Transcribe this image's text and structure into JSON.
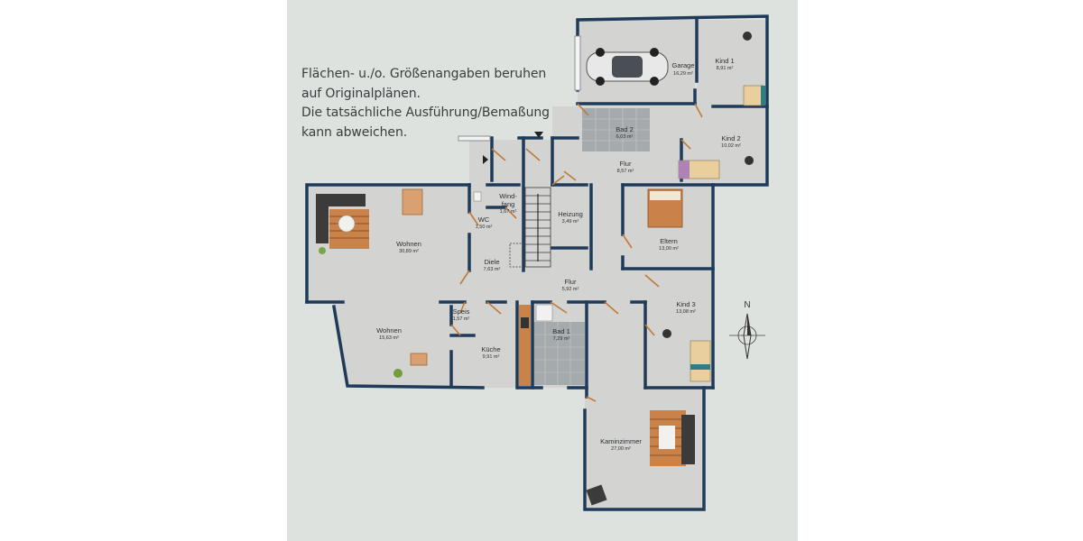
{
  "notice": {
    "lines": [
      "Flächen- u./o. Größenangaben beruhen",
      "auf Originalplänen.",
      "Die tatsächliche Ausführung/Bemaßung",
      "kann abweichen."
    ]
  },
  "compass": {
    "label": "N"
  },
  "rooms": {
    "garage": {
      "name": "Garage",
      "area": "16,29 m²"
    },
    "kind1": {
      "name": "Kind 1",
      "area": "8,91 m²"
    },
    "bad2": {
      "name": "Bad 2",
      "area": "6,03 m²"
    },
    "kind2": {
      "name": "Kind 2",
      "area": "10,02 m²"
    },
    "flur_top": {
      "name": "Flur",
      "area": "8,57 m²"
    },
    "windfang": {
      "name": "Wind-",
      "name2": "fang",
      "area": "1,67 m²"
    },
    "wc": {
      "name": "WC",
      "area": "1,50 m²"
    },
    "heizung": {
      "name": "Heizung",
      "area": "3,49 m²"
    },
    "eltern": {
      "name": "Eltern",
      "area": "13,00 m²"
    },
    "wohnen1": {
      "name": "Wohnen",
      "area": "30,89 m²"
    },
    "diele": {
      "name": "Diele",
      "area": "7,63 m²"
    },
    "flur_mid": {
      "name": "Flur",
      "area": "5,92 m²"
    },
    "kind3": {
      "name": "Kind 3",
      "area": "13,08 m²"
    },
    "speis": {
      "name": "Speis",
      "area": "1,57 m²"
    },
    "wohnen2": {
      "name": "Wohnen",
      "area": "15,63 m²"
    },
    "bad1": {
      "name": "Bad 1",
      "area": "7,29 m²"
    },
    "kueche": {
      "name": "Küche",
      "area": "9,91 m²"
    },
    "kaminzimmer": {
      "name": "Kaminzimmer",
      "area": "27,00 m²"
    }
  },
  "colors": {
    "wall": "#1f3b5a",
    "floor": "#d3d3d1",
    "tile": "#9aa0a3",
    "wood": "#c9824a",
    "sofa": "#3b3b3b",
    "paper": "#dde2df"
  }
}
